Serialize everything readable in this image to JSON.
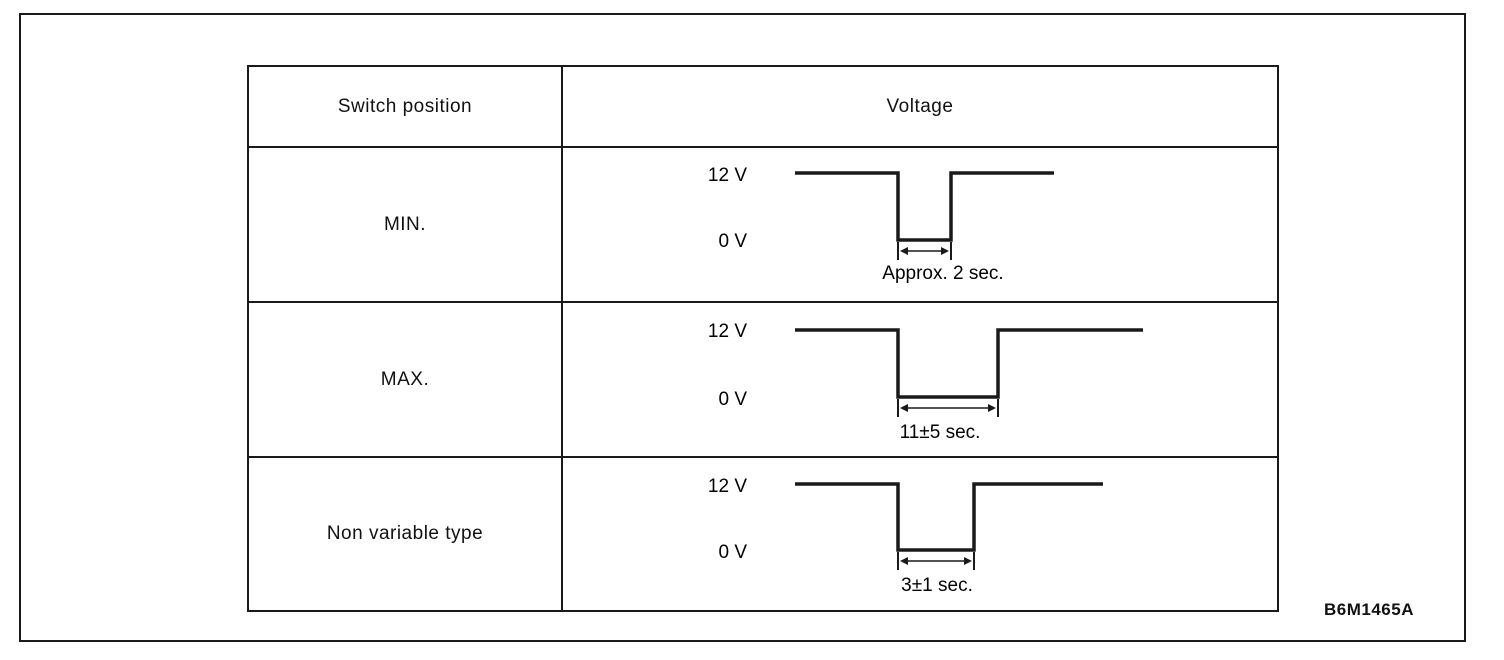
{
  "table": {
    "header": {
      "switch_position": "Switch position",
      "voltage": "Voltage"
    },
    "rows": [
      {
        "position": "MIN.",
        "high_label": "12 V",
        "low_label": "0 V",
        "duration_label": "Approx. 2 sec."
      },
      {
        "position": "MAX.",
        "high_label": "12 V",
        "low_label": "0 V",
        "duration_label": "11±5 sec."
      },
      {
        "position": "Non variable type",
        "high_label": "12 V",
        "low_label": "0 V",
        "duration_label": "3±1 sec."
      }
    ]
  },
  "figure_code": "B6M1465A",
  "colors": {
    "line": "#1a1a1a",
    "background": "#ffffff"
  }
}
